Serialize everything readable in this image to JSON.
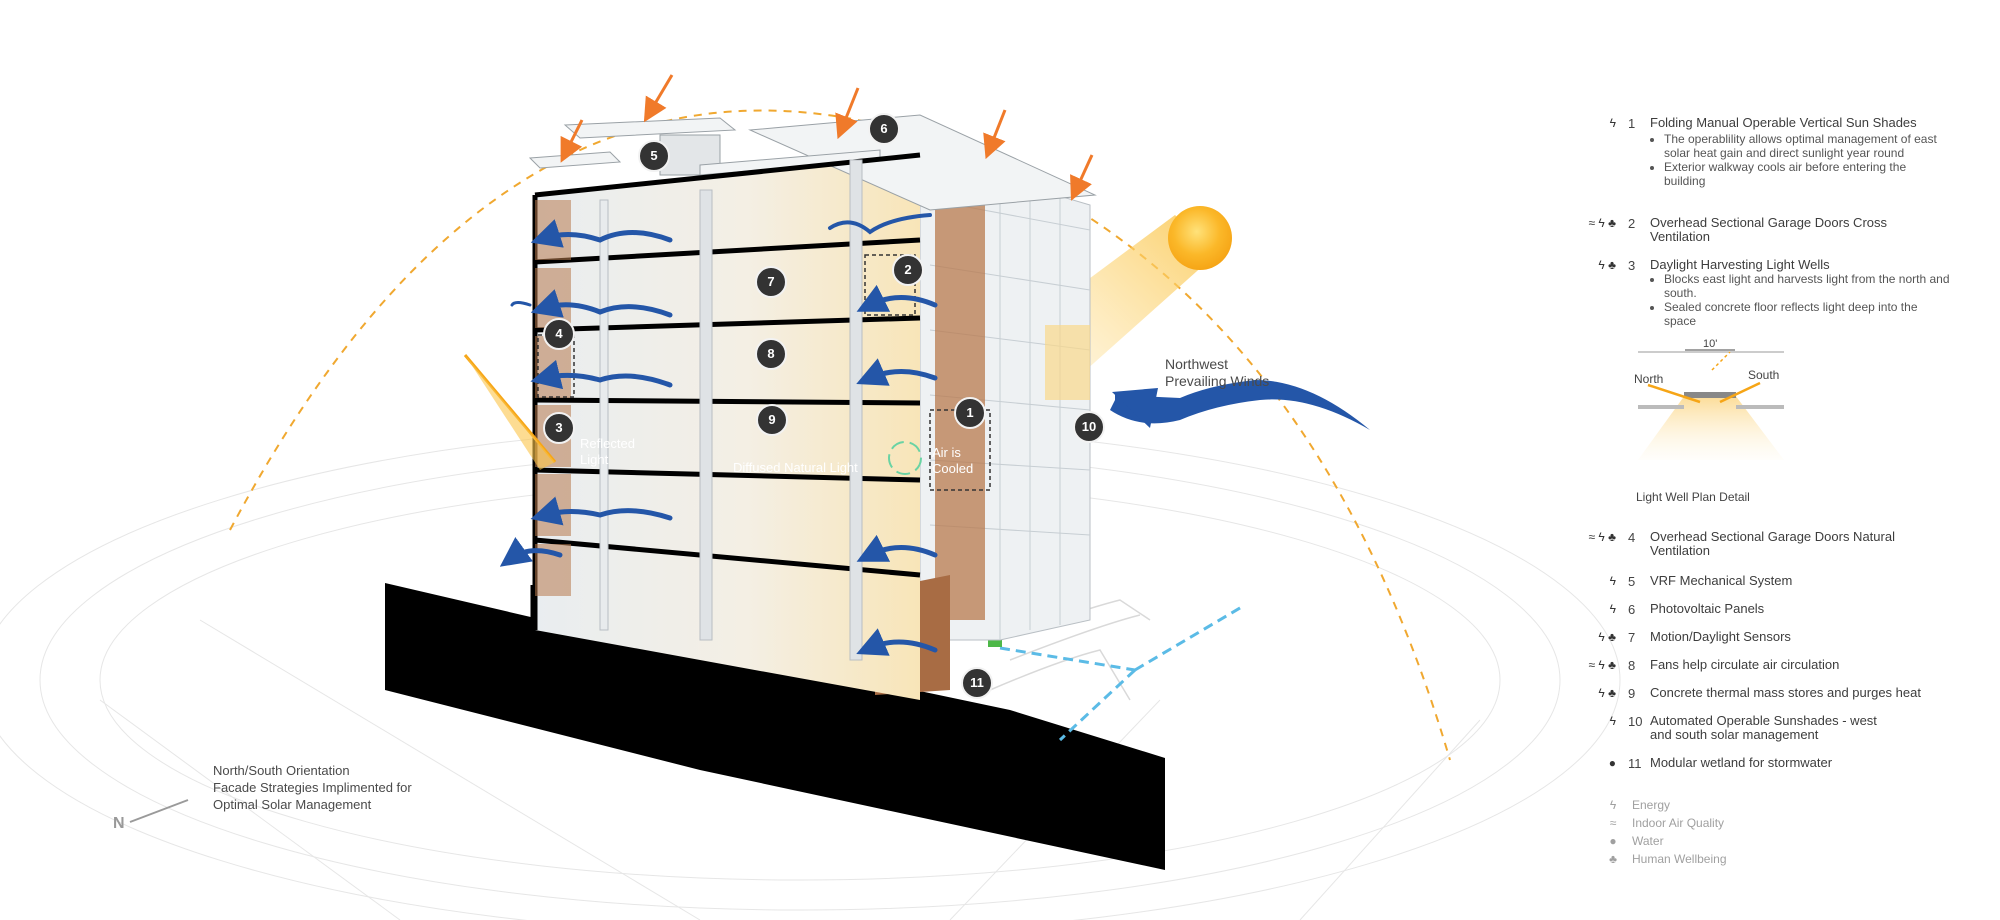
{
  "diagram": {
    "wind_label": [
      "Northwest",
      "Prevailing Winds"
    ],
    "orientation_label": [
      "North/South Orientation",
      "Facade Strategies Implimented for",
      "Optimal Solar Management"
    ],
    "compass_letter": "N",
    "callouts": {
      "reflected": [
        "Reflected",
        "Light"
      ],
      "diffused": "Diffused Natural Light",
      "cooled": [
        "Air is",
        "Cooled"
      ]
    },
    "badges": [
      "1",
      "2",
      "3",
      "4",
      "5",
      "6",
      "7",
      "8",
      "9",
      "10",
      "11"
    ],
    "colors": {
      "sun": "#fbb829",
      "wind": "#2456a8",
      "sun_ray": "#f07a2a",
      "arc": "#f0a830",
      "water": "#5bbbe6",
      "wood": "#b87a4e"
    }
  },
  "light_well_detail": {
    "dimension": "10'",
    "north": "North",
    "south": "South",
    "caption": "Light Well Plan Detail"
  },
  "legend": {
    "items": [
      {
        "num": "1",
        "icons": [
          "bolt-icon"
        ],
        "title": "Folding Manual Operable Vertical Sun Shades",
        "bullets": [
          "The operablility allows optimal management of east solar heat gain and direct sunlight year round",
          "Exterior walkway cools air before entering the building"
        ]
      },
      {
        "num": "2",
        "icons": [
          "air-icon",
          "bolt-icon",
          "lotus-icon"
        ],
        "title": "Overhead Sectional Garage Doors Cross Ventilation",
        "bullets": []
      },
      {
        "num": "3",
        "icons": [
          "bolt-icon",
          "lotus-icon"
        ],
        "title": "Daylight Harvesting Light Wells",
        "bullets": [
          "Blocks east light and harvests light from the north and south.",
          "Sealed concrete floor reflects light deep into the space"
        ]
      },
      {
        "num": "4",
        "icons": [
          "air-icon",
          "bolt-icon",
          "lotus-icon"
        ],
        "title": "Overhead Sectional Garage Doors Natural Ventilation",
        "bullets": []
      },
      {
        "num": "5",
        "icons": [
          "bolt-icon"
        ],
        "title": "VRF Mechanical System",
        "bullets": []
      },
      {
        "num": "6",
        "icons": [
          "bolt-icon"
        ],
        "title": "Photovoltaic Panels",
        "bullets": []
      },
      {
        "num": "7",
        "icons": [
          "bolt-icon",
          "lotus-icon"
        ],
        "title": "Motion/Daylight Sensors",
        "bullets": []
      },
      {
        "num": "8",
        "icons": [
          "air-icon",
          "bolt-icon",
          "lotus-icon"
        ],
        "title": "Fans help circulate air circulation",
        "bullets": []
      },
      {
        "num": "9",
        "icons": [
          "bolt-icon",
          "lotus-icon"
        ],
        "title": "Concrete thermal mass stores and purges heat",
        "bullets": []
      },
      {
        "num": "10",
        "icons": [
          "bolt-icon"
        ],
        "title": "Automated Operable Sunshades - west and south solar management",
        "bullets": []
      },
      {
        "num": "11",
        "icons": [
          "drop-icon"
        ],
        "title": "Modular wetland for stormwater",
        "bullets": []
      }
    ],
    "key": [
      {
        "icon": "bolt-icon",
        "label": "Energy"
      },
      {
        "icon": "air-icon",
        "label": "Indoor Air Quality"
      },
      {
        "icon": "drop-icon",
        "label": "Water"
      },
      {
        "icon": "lotus-icon",
        "label": "Human Wellbeing"
      }
    ]
  }
}
